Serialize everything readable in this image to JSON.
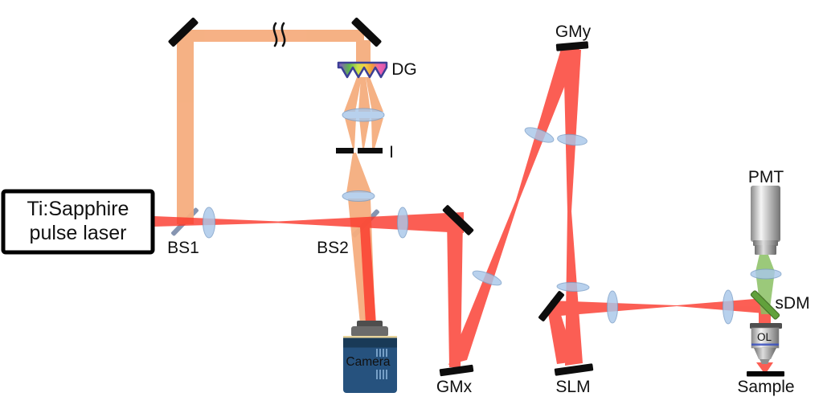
{
  "figure": {
    "title_implicit": "Optical setup diagram",
    "laser_box": {
      "line1": "Ti:Sapphire",
      "line2": "pulse laser"
    },
    "labels": {
      "bs1": "BS1",
      "bs2": "BS2",
      "dg": "DG",
      "iris": "I",
      "gmy": "GMy",
      "gmx": "GMx",
      "slm": "SLM",
      "pmt": "PMT",
      "sdm": "sDM",
      "ol": "OL",
      "camera": "Camera",
      "sample": "Sample"
    },
    "colors": {
      "excitation_beam_red": "#fb372a",
      "reference_beam_orange": "#f5ad7e",
      "fluorescence_beam_green": "#8abf63",
      "lens_blue": "#a9c7e9",
      "lens_edge_blue": "#7da0c9",
      "mirror_black": "#0d0d0d",
      "beamsplitter_gray": "#8695b1",
      "dichroic_green": "#62a13c",
      "camera_body_blue": "#26527e",
      "camera_text_blue": "#cfe2f6"
    }
  }
}
